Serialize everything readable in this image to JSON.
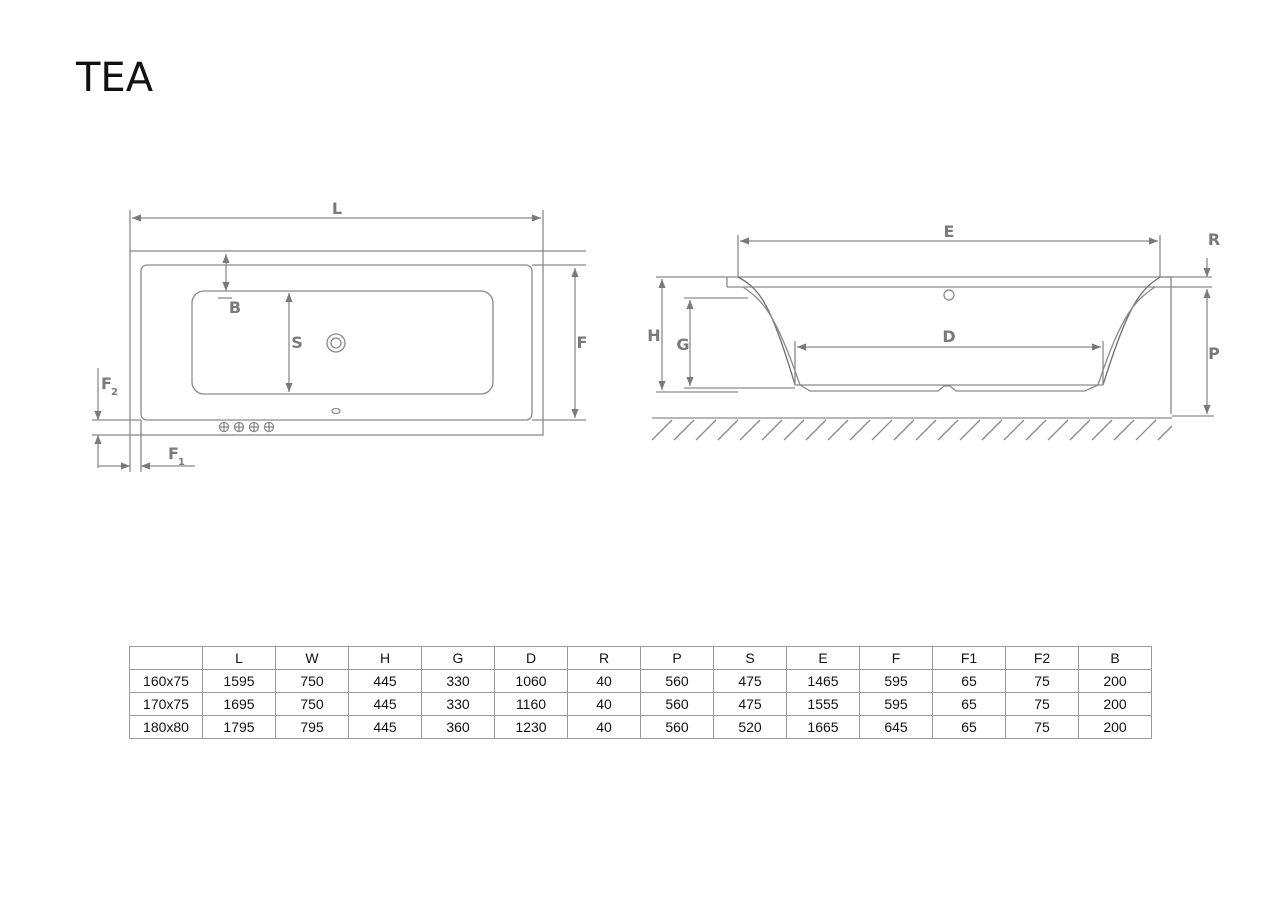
{
  "title": "TEA",
  "drawing_labels": {
    "L": "L",
    "B": "B",
    "S": "S",
    "F": "F",
    "F2_main": "F",
    "F2_sub": "2",
    "F1_main": "F",
    "F1_sub": "1",
    "E": "E",
    "R": "R",
    "H": "H",
    "G": "G",
    "D": "D",
    "P": "P"
  },
  "table": {
    "headers": [
      "",
      "L",
      "W",
      "H",
      "G",
      "D",
      "R",
      "P",
      "S",
      "E",
      "F",
      "F1",
      "F2",
      "B"
    ],
    "rows": [
      [
        "160x75",
        "1595",
        "750",
        "445",
        "330",
        "1060",
        "40",
        "560",
        "475",
        "1465",
        "595",
        "65",
        "75",
        "200"
      ],
      [
        "170x75",
        "1695",
        "750",
        "445",
        "330",
        "1160",
        "40",
        "560",
        "475",
        "1555",
        "595",
        "65",
        "75",
        "200"
      ],
      [
        "180x80",
        "1795",
        "795",
        "445",
        "360",
        "1230",
        "40",
        "560",
        "520",
        "1665",
        "645",
        "65",
        "75",
        "200"
      ]
    ]
  }
}
